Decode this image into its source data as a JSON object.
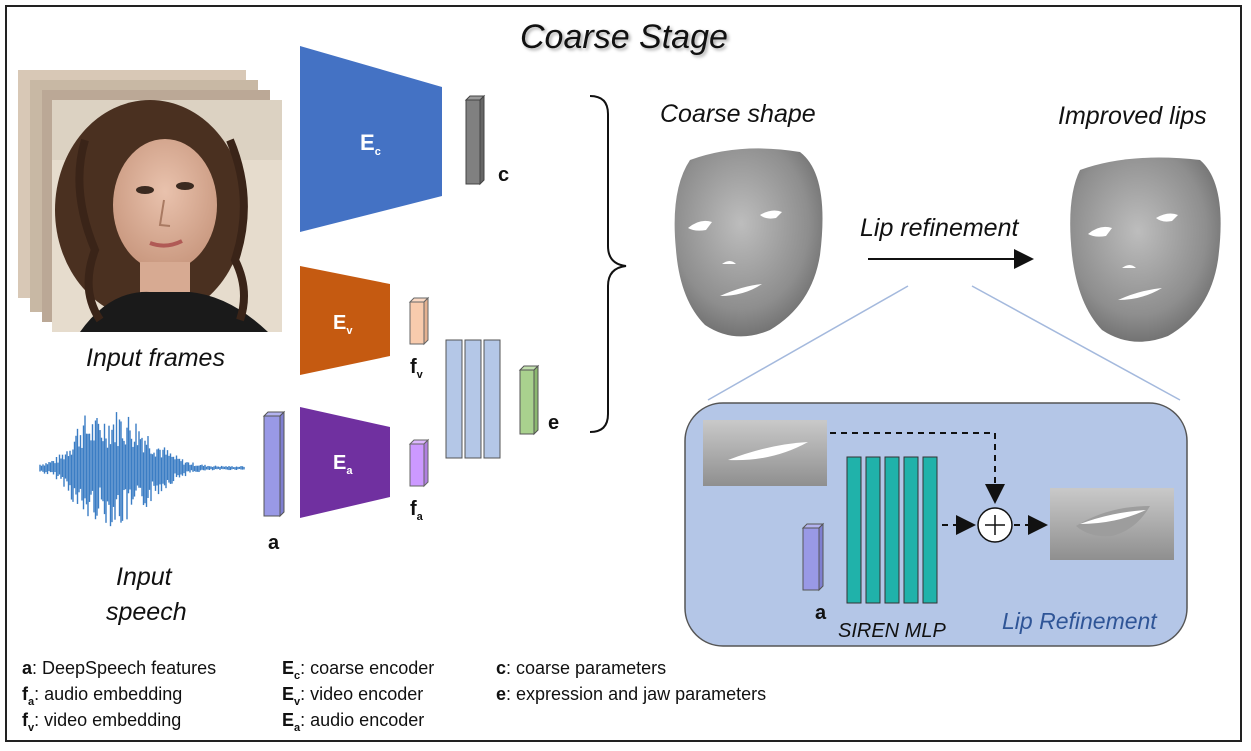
{
  "title": "Coarse Stage",
  "labels": {
    "input_frames": "Input frames",
    "input_speech_1": "Input",
    "input_speech_2": "speech",
    "coarse_shape": "Coarse shape",
    "improved_lips": "Improved lips",
    "lip_refinement_arrow": "Lip refinement",
    "siren_mlp": "SIREN MLP",
    "lip_refinement_box": "Lip Refinement",
    "enc_c_main": "E",
    "enc_c_sub": "c",
    "enc_v_main": "E",
    "enc_v_sub": "v",
    "enc_a_main": "E",
    "enc_a_sub": "a",
    "vec_c": "c",
    "vec_fv_main": "f",
    "vec_fv_sub": "v",
    "vec_fa_main": "f",
    "vec_fa_sub": "a",
    "vec_e": "e",
    "vec_a": "a",
    "vec_a_lip": "a"
  },
  "legend": [
    {
      "sym": "a",
      "sub": "",
      "text": ":  DeepSpeech features"
    },
    {
      "sym": "f",
      "sub": "a",
      "text": ":  audio embedding"
    },
    {
      "sym": "f",
      "sub": "v",
      "text": ":  video embedding"
    },
    {
      "sym": "E",
      "sub": "c",
      "text": ":  coarse encoder"
    },
    {
      "sym": "E",
      "sub": "v",
      "text": ":  video encoder"
    },
    {
      "sym": "E",
      "sub": "a",
      "text": ":  audio encoder"
    },
    {
      "sym": "c",
      "sub": "",
      "text": ":  coarse parameters"
    },
    {
      "sym": "e",
      "sub": "",
      "text": ":  expression and jaw parameters"
    }
  ],
  "colors": {
    "enc_c": "#4472c4",
    "enc_v": "#c55a11",
    "enc_a": "#7030a0",
    "vec_c": "#808080",
    "vec_fv": "#f8cbad",
    "vec_fa": "#cc99ff",
    "vec_a": "#9999e6",
    "vec_e": "#a9d18e",
    "mlp_block": "#b4c7e7",
    "siren": "#20b2aa",
    "panel": "#b4c6e7",
    "waveform": "#3b7dc4"
  }
}
